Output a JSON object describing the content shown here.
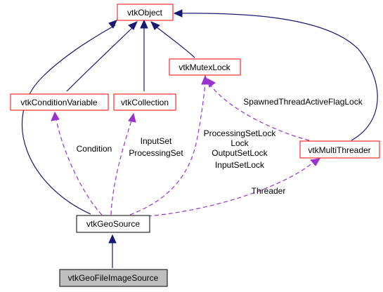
{
  "nodes": {
    "vtkObject": "vtkObject",
    "vtkMutexLock": "vtkMutexLock",
    "vtkConditionVariable": "vtkConditionVariable",
    "vtkCollection": "vtkCollection",
    "vtkMultiThreader": "vtkMultiThreader",
    "vtkGeoSource": "vtkGeoSource",
    "vtkGeoFileImageSource": "vtkGeoFileImageSource"
  },
  "edge_labels": {
    "condition": [
      "Condition"
    ],
    "input_processing_set": [
      "InputSet",
      "ProcessingSet"
    ],
    "mutex_members": [
      "ProcessingSetLock",
      "Lock",
      "OutputSetLock",
      "InputSetLock"
    ],
    "spawned_lock": [
      "SpawnedThreadActiveFlagLock"
    ],
    "threader": [
      "Threader"
    ]
  },
  "colors": {
    "inheritance": "#191970",
    "usage": "#9a32cd",
    "node_border": "#ff0000",
    "current_node_fill": "#bfbfbf"
  }
}
